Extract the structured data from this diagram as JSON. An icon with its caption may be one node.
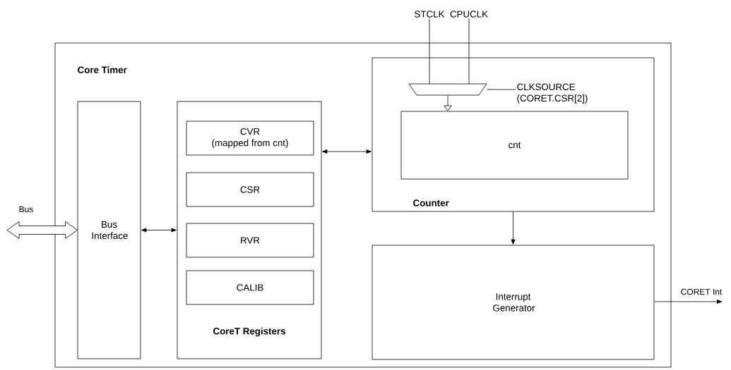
{
  "diagram": {
    "nodes": [
      {
        "text": [
          "Core Timer"
        ]
      },
      {
        "text": [
          "Bus Interface"
        ],
        "in": 0
      },
      {
        "text": [
          "CoreT Registers"
        ],
        "in": 0
      },
      {
        "text": [
          "CVR",
          "(mapped from cnt)"
        ],
        "in": 2
      },
      {
        "text": [
          "CSR"
        ],
        "in": 2
      },
      {
        "text": [
          "RVR"
        ],
        "in": 2
      },
      {
        "text": [
          "CALIB"
        ],
        "in": 2
      },
      {
        "text": [
          "Counter"
        ],
        "in": 0
      },
      {
        "text": [],
        "shape": "trapezoid",
        "in": 7
      },
      {
        "text": [
          "cnt"
        ],
        "in": 7
      },
      {
        "text": [
          "Interrupt Generator"
        ],
        "in": 0
      },
      {
        "text": [
          "STCLK"
        ]
      },
      {
        "text": [
          "CPUCLK"
        ]
      },
      {
        "text": [
          "CLKSOURCE",
          "(CORET.CSR[2])"
        ],
        "in": 7
      }
    ],
    "edges": [
      {
        "from": null,
        "to": 1,
        "arrow": "both",
        "label": "Bus",
        "style": "thick"
      },
      {
        "from": 1,
        "to": 2,
        "arrow": "both"
      },
      {
        "from": 2,
        "to": 7,
        "arrow": "both"
      },
      {
        "from": 7,
        "to": 10,
        "arrow": "to"
      },
      {
        "from": 11,
        "to": 8,
        "arrow": "none"
      },
      {
        "from": 12,
        "to": 8,
        "arrow": "none"
      },
      {
        "from": 8,
        "to": 13,
        "arrow": "none"
      },
      {
        "from": 8,
        "to": 9,
        "arrow": "to"
      },
      {
        "from": 10,
        "to": null,
        "arrow": "to",
        "label": "CORET Int"
      }
    ]
  }
}
